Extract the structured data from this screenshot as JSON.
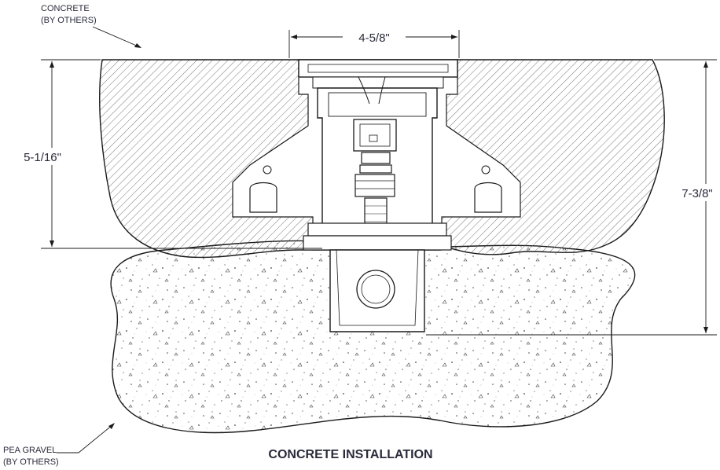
{
  "labels": {
    "concrete_line1": "CONCRETE",
    "concrete_line2": "(BY OTHERS)",
    "gravel_line1": "PEA GRAVEL",
    "gravel_line2": "(BY OTHERS)",
    "title": "CONCRETE INSTALLATION"
  },
  "dimensions": {
    "width_top": "4-5/8\"",
    "height_left": "5-1/16\"",
    "height_right": "7-3/8\""
  }
}
